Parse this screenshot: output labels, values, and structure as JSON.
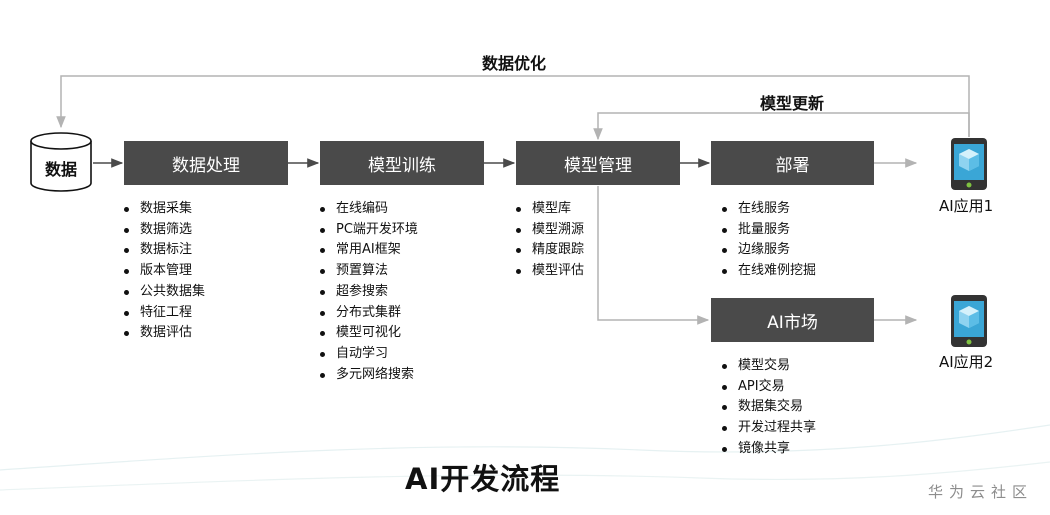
{
  "feedback": {
    "data_optimization": "数据优化",
    "model_update": "模型更新"
  },
  "database": {
    "label": "数据"
  },
  "stages": [
    {
      "label": "数据处理",
      "items": [
        "数据采集",
        "数据筛选",
        "数据标注",
        "版本管理",
        "公共数据集",
        "特征工程",
        "数据评估"
      ]
    },
    {
      "label": "模型训练",
      "items": [
        "在线编码",
        "PC端开发环境",
        "常用AI框架",
        "预置算法",
        "超参搜索",
        "分布式集群",
        "模型可视化",
        "自动学习",
        "多元网络搜索"
      ]
    },
    {
      "label": "模型管理",
      "items": [
        "模型库",
        "模型溯源",
        "精度跟踪",
        "模型评估"
      ]
    },
    {
      "label": "部署",
      "items": [
        "在线服务",
        "批量服务",
        "边缘服务",
        "在线难例挖掘"
      ]
    },
    {
      "label": "AI市场",
      "items": [
        "模型交易",
        "API交易",
        "数据集交易",
        "开发过程共享",
        "镜像共享"
      ]
    }
  ],
  "apps": [
    {
      "label": "AI应用1",
      "icon": "smartphone-icon"
    },
    {
      "label": "AI应用2",
      "icon": "smartphone-icon"
    }
  ],
  "colors": {
    "box": "#4a4a4a",
    "line": "#b3b3b3",
    "phone_screen": "#3aa6d6"
  },
  "title": "AI开发流程",
  "watermark": "华为云社区"
}
